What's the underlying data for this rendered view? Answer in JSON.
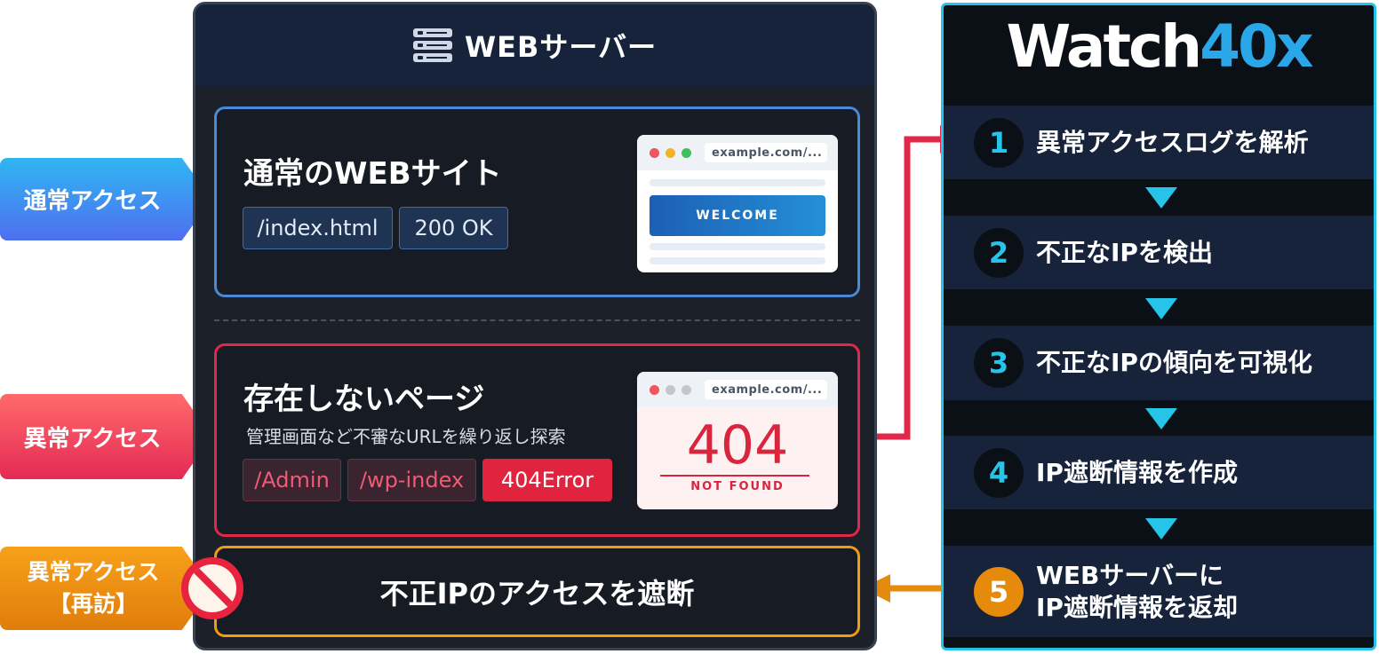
{
  "access_tags": {
    "normal": "通常アクセス",
    "abnormal": "異常アクセス",
    "revisit_line1": "異常アクセス",
    "revisit_line2": "【再訪】"
  },
  "server": {
    "title": "WEBサーバー",
    "normal_site": {
      "title": "通常のWEBサイト",
      "chips": [
        "/index.html",
        "200 OK"
      ],
      "browser_url": "example.com/...",
      "browser_banner": "WELCOME"
    },
    "missing_page": {
      "title": "存在しないページ",
      "subtitle": "管理画面など不審なURLを繰り返し探索",
      "chips": [
        "/Admin",
        "/wp-index",
        "404Error"
      ],
      "browser_url": "example.com/...",
      "error_code": "404",
      "error_text": "NOT FOUND"
    },
    "block_message": "不正IPのアクセスを遮断"
  },
  "watch": {
    "logo_main": "Watch",
    "logo_accent": "40x",
    "steps": [
      {
        "num": "1",
        "text": "異常アクセスログを解析"
      },
      {
        "num": "2",
        "text": "不正なIPを検出"
      },
      {
        "num": "3",
        "text": "不正なIPの傾向を可視化"
      },
      {
        "num": "4",
        "text": "IP遮断情報を作成"
      },
      {
        "num": "5",
        "text_line1": "WEBサーバーに",
        "text_line2": "IP遮断情報を返却"
      }
    ]
  },
  "colors": {
    "normal_blue": "#4a88d8",
    "error_red": "#e0294a",
    "block_orange": "#f29a12",
    "watch_cyan": "#26c4e8",
    "panel_dark": "#16233a"
  }
}
